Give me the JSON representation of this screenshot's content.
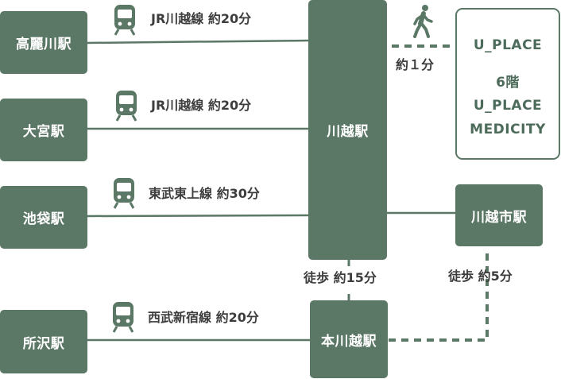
{
  "stations": {
    "komagawa": "高麗川駅",
    "omiya": "大宮駅",
    "ikebukuro": "池袋駅",
    "tokorozawa": "所沢駅",
    "kawagoe": "川越駅",
    "honkawagoe": "本川越駅",
    "kawagoeshi": "川越市駅"
  },
  "routes": {
    "komagawa": "JR川越線 約20分",
    "omiya": "JR川越線 約20分",
    "ikebukuro": "東武東上線 約30分",
    "tokorozawa": "西武新宿線 約20分"
  },
  "walks": {
    "to_uplace": "約１分",
    "kawagoe_honkawagoe": "徒歩 約15分",
    "kawagoeshi_honkawagoe": "徒歩 約5分"
  },
  "destination": {
    "name": "U_PLACE",
    "floor": "6階",
    "building_line1": "U_PLACE",
    "building_line2": "MEDICITY"
  },
  "colors": {
    "box": "#5b7766",
    "line": "#5b7766",
    "text": "#3d3d3d",
    "background": "#ffffff"
  },
  "icons": {
    "train": "train-icon",
    "walk": "walking-person-icon"
  }
}
